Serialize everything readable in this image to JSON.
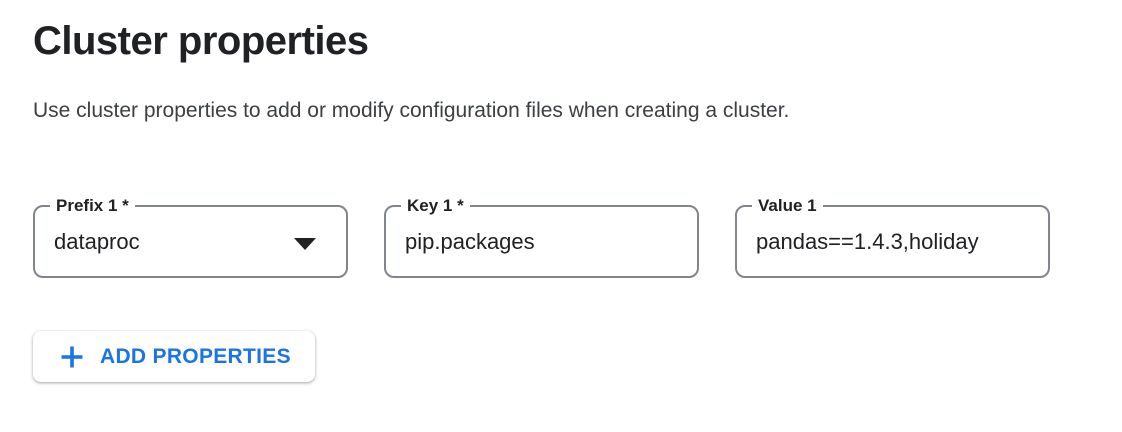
{
  "header": {
    "title": "Cluster properties",
    "description": "Use cluster properties to add or modify configuration files when creating a cluster."
  },
  "property_row": {
    "prefix": {
      "label": "Prefix 1 *",
      "value": "dataproc",
      "control": "dropdown"
    },
    "key": {
      "label": "Key 1 *",
      "value": "pip.packages",
      "control": "text-input"
    },
    "value": {
      "label": "Value 1",
      "value": "pandas==1.4.3,holiday",
      "control": "text-input"
    }
  },
  "actions": {
    "add_properties": {
      "icon": "plus-icon",
      "label": "ADD PROPERTIES"
    }
  },
  "colors": {
    "accent_blue": "#1a73e8",
    "text_primary": "#202124",
    "text_secondary": "#3c4043",
    "field_border": "#80868b"
  }
}
